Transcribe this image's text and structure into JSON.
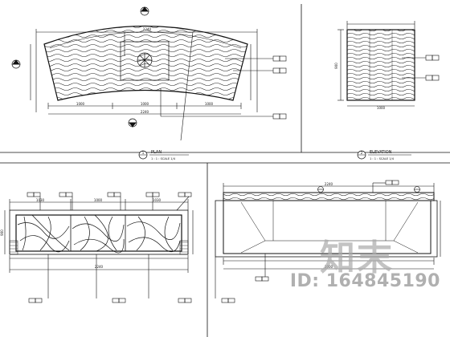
{
  "titles": {
    "plan": {
      "number": "1",
      "name": "PLAN",
      "scale": "1 : 1 : SCALE 1/4"
    },
    "elevation": {
      "number": "2",
      "name": "ELEVATION",
      "scale": "1 : 1 : SCALE 1/4"
    }
  },
  "dims": {
    "plan_top": "2240",
    "plan_bottom_left": "1000",
    "plan_bottom_mid": "1000",
    "plan_bottom_right": "1000",
    "plan_bottom_total": "2240",
    "elev_width": "1000",
    "elev_height": "900",
    "front_seg1": "1030",
    "front_seg2": "1000",
    "front_seg3": "1030",
    "front_total": "2240",
    "front_height": "900",
    "side_top": "2240",
    "side_bottom": "1000"
  },
  "watermark": {
    "logo": "知末",
    "id": "ID: 164845190"
  },
  "colors": {
    "line": "#111111",
    "paper": "#ffffff",
    "watermark": "#9a9a9a"
  }
}
